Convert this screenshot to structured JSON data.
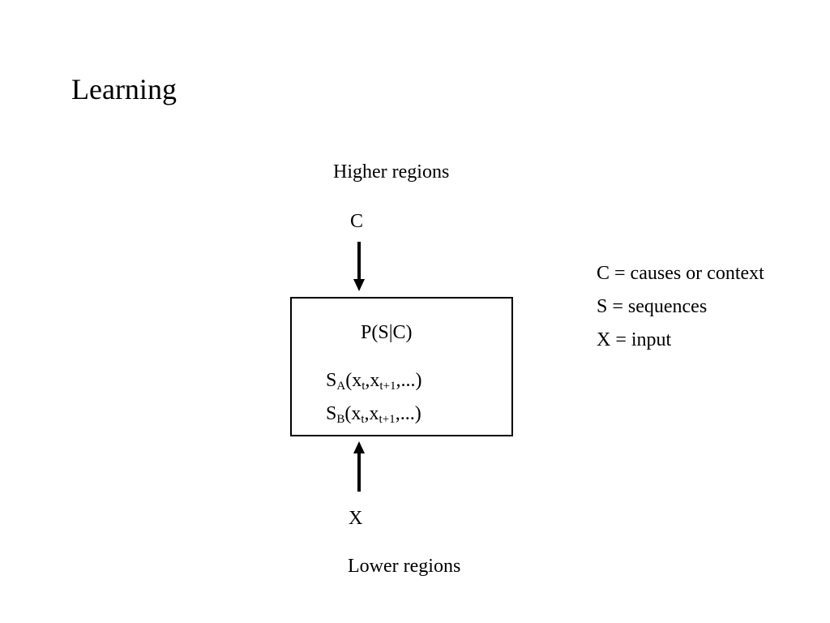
{
  "title": "Learning",
  "diagram": {
    "top_region": "Higher regions",
    "top_node": "C",
    "box": {
      "probability": "P(S|C)",
      "sequences": [
        {
          "name": "S",
          "subscript": "A",
          "open": "(x",
          "sub1": "t",
          "mid": ",x",
          "sub2": "t+1",
          "close": ",...)"
        },
        {
          "name": "S",
          "subscript": "B",
          "open": "(x",
          "sub1": "t",
          "mid": ",x",
          "sub2": "t+1",
          "close": ",...)"
        }
      ]
    },
    "bottom_node": "X",
    "bottom_region": "Lower regions"
  },
  "legend": [
    "C = causes or context",
    "S = sequences",
    "X = input"
  ]
}
